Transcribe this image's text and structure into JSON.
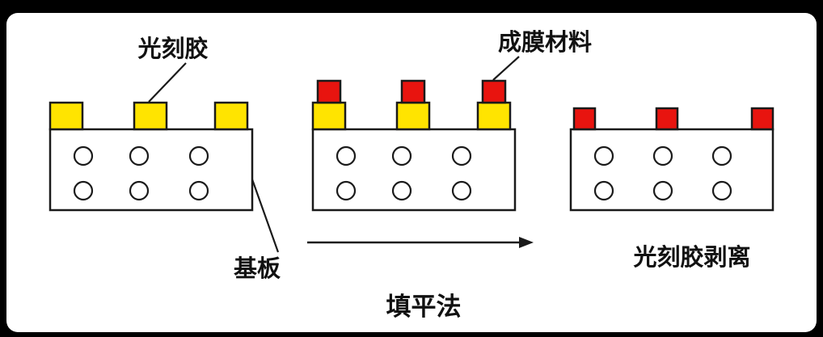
{
  "diagram": {
    "title": "填平法",
    "labels": {
      "photoresist": "光刻胶",
      "film_material": "成膜材料",
      "substrate": "基板",
      "strip": "光刻胶剥离"
    },
    "colors": {
      "frame": "#000000",
      "panel": "#ffffff",
      "photoresist": "#ffe400",
      "film_material": "#e8140f",
      "outline": "#1a1a1a"
    }
  }
}
